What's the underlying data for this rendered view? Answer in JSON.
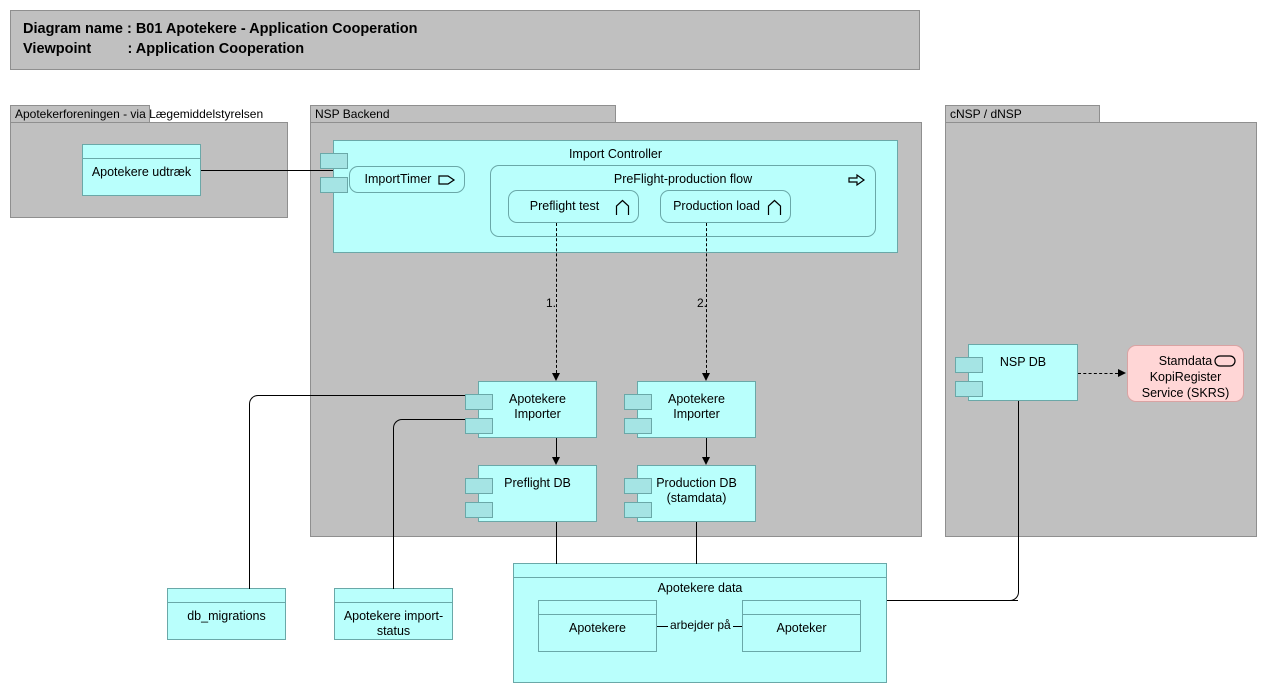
{
  "header": {
    "line1": "Diagram name : B01 Apotekere - Application Cooperation",
    "line2": "Viewpoint         : Application Cooperation"
  },
  "groups": {
    "apotekerforeningen": {
      "label": "Apotekerforeningen  - via Lægemiddelstyrelsen"
    },
    "nsp_backend": {
      "label": "NSP Backend"
    },
    "cnsp_dnsp": {
      "label": "cNSP / dNSP"
    }
  },
  "nodes": {
    "apotekere_udtraek": {
      "label": "Apotekere udtræk"
    },
    "import_controller": {
      "label": "Import Controller"
    },
    "import_timer": {
      "label": "ImportTimer"
    },
    "preflight_production_flow": {
      "label": "PreFlight-production flow"
    },
    "preflight_test": {
      "label": "Preflight test"
    },
    "production_load": {
      "label": "Production load"
    },
    "apotekere_importer_1": {
      "label": "Apotekere\nImporter"
    },
    "apotekere_importer_2": {
      "label": "Apotekere\nImporter"
    },
    "preflight_db": {
      "label": "Preflight DB"
    },
    "production_db": {
      "label": "Production DB\n(stamdata)"
    },
    "db_migrations": {
      "label": "db_migrations"
    },
    "apotekere_import_status": {
      "label": "Apotekere import-\nstatus"
    },
    "apotekere_data": {
      "label": "Apotekere data"
    },
    "apotekere": {
      "label": "Apotekere"
    },
    "apoteker": {
      "label": "Apoteker"
    },
    "nsp_db": {
      "label": "NSP DB"
    },
    "skrs": {
      "label": "Stamdata\nKopiRegister\nService (SKRS)"
    }
  },
  "edges": {
    "flow_1": {
      "label": "1."
    },
    "flow_2": {
      "label": "2."
    },
    "arbejder_paa": {
      "label": "arbejder på"
    }
  },
  "icons": {
    "import_timer": "application-event-icon",
    "preflight_test": "application-process-icon",
    "production_load": "application-process-icon",
    "preflight_production_flow": "application-process-arrow-icon",
    "skrs": "application-service-icon"
  },
  "colors": {
    "group_fill": "#c0c0c0",
    "group_border": "#8f8f8f",
    "element_fill": "#b9fffc",
    "element_border": "#6aa8a8",
    "port_fill": "#a5e4e4",
    "service_fill": "#ffd6d6",
    "service_border": "#d9a3a3",
    "line": "#000000",
    "page_background": "#ffffff"
  }
}
